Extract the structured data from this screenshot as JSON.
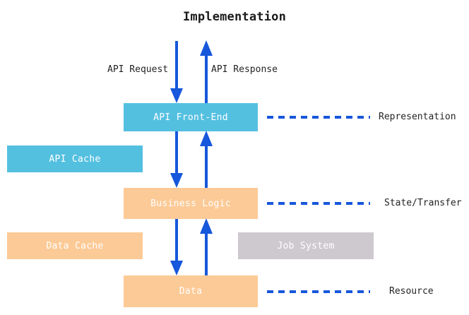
{
  "title": "Implementation",
  "colors": {
    "representation": "#54c0e0",
    "state_transfer": "#fcca96",
    "auxiliary": "#cdc9ce",
    "arrow": "#1657db",
    "text_dark": "#242424",
    "text_on_node": "#ffffff",
    "background": "#ffffff"
  },
  "nodes": [
    {
      "id": "api-front-end",
      "label": "API Front-End",
      "layer": "representation"
    },
    {
      "id": "api-cache",
      "label": "API Cache",
      "layer": "representation"
    },
    {
      "id": "business-logic",
      "label": "Business Logic",
      "layer": "state_transfer"
    },
    {
      "id": "data-cache",
      "label": "Data Cache",
      "layer": "state_transfer"
    },
    {
      "id": "job-system",
      "label": "Job System",
      "layer": "auxiliary"
    },
    {
      "id": "data",
      "label": "Data",
      "layer": "resource"
    }
  ],
  "edge_labels": {
    "request": "API Request",
    "response": "API Response"
  },
  "layer_labels": [
    {
      "id": "representation",
      "label": "Representation"
    },
    {
      "id": "state-transfer",
      "label": "State/Transfer"
    },
    {
      "id": "resource",
      "label": "Resource"
    }
  ]
}
